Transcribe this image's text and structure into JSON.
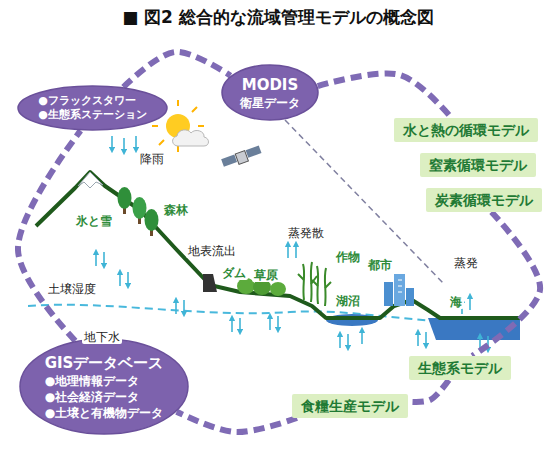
{
  "diagram": {
    "title": "■ 図2 総合的な流域管理モデルの概念図",
    "nodes": [
      {
        "text": [
          "●フラックスタワー",
          "●生態系ステーション"
        ]
      },
      {
        "text": [
          "MODIS",
          "衛星データ"
        ]
      },
      {
        "text": [
          "水と熱の循環モデル"
        ]
      },
      {
        "text": [
          "窒素循環モデル"
        ]
      },
      {
        "text": [
          "炭素循環モデル"
        ]
      },
      {
        "text": [
          "生態系モデル"
        ]
      },
      {
        "text": [
          "食糧生産モデル"
        ]
      },
      {
        "text": [
          "GISデータベース",
          "●地理情報データ",
          "●社会経済データ",
          "●土壌と有機物データ"
        ]
      }
    ],
    "edges": [
      {
        "from": 0,
        "to": 1,
        "arrow": "none"
      },
      {
        "from": 1,
        "to": 2,
        "arrow": "none"
      },
      {
        "from": 4,
        "to": 5,
        "arrow": "none"
      },
      {
        "from": 5,
        "to": 6,
        "arrow": "none"
      },
      {
        "from": 6,
        "to": 7,
        "arrow": "none"
      },
      {
        "from": 7,
        "to": 0,
        "arrow": "none"
      }
    ],
    "labels": [
      "降雨",
      "氷と雪",
      "森林",
      "地表流出",
      "土壌湿度",
      "ダム",
      "草原",
      "蒸発散",
      "作物",
      "都市",
      "湖沼",
      "蒸発",
      "海",
      "地下水"
    ]
  }
}
